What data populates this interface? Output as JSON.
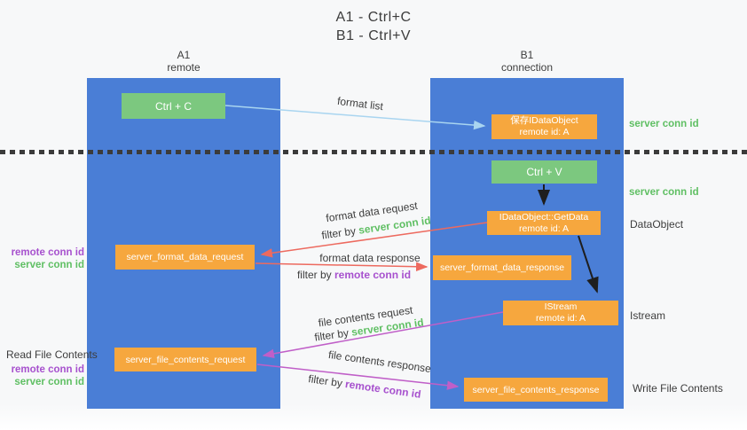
{
  "title": {
    "line1": "A1 - Ctrl+C",
    "line2": "B1 - Ctrl+V"
  },
  "lanes": {
    "a1": {
      "name": "A1",
      "subtitle": "remote"
    },
    "b1": {
      "name": "B1",
      "subtitle": "connection"
    }
  },
  "nodes": {
    "ctrl_c": {
      "label": "Ctrl + C"
    },
    "ctrl_v": {
      "label": "Ctrl + V"
    },
    "save_idataobject": {
      "line1": "保存IDataObject",
      "line2": "remote id: A"
    },
    "getdata": {
      "line1": "IDataObject::GetData",
      "line2": "remote id: A"
    },
    "istream": {
      "line1": "IStream",
      "line2": "remote id: A"
    },
    "format_request": {
      "label": "server_format_data_request"
    },
    "format_response": {
      "label": "server_format_data_response"
    },
    "file_request": {
      "label": "server_file_contents_request"
    },
    "file_response": {
      "label": "server_file_contents_response"
    }
  },
  "flow_labels": {
    "format_list": "format list",
    "format_data_request": "format data request",
    "format_data_response": "format data response",
    "file_contents_request": "file contents request",
    "file_contents_response": "file contents response",
    "filter_by": "filter by",
    "server_conn_id": "server conn id",
    "remote_conn_id": "remote conn id"
  },
  "annotations": {
    "read_file_contents": "Read File Contents",
    "write_file_contents": "Write File Contents",
    "dataobject": "DataObject",
    "istream": "Istream"
  },
  "colors": {
    "lane_blue": "#4a7ed6",
    "box_orange": "#f6a73e",
    "box_green": "#7cc87f",
    "arrow_red": "#ed6a5f",
    "arrow_magenta": "#c05fc8",
    "arrow_light_blue": "#a9d5f0",
    "arrow_black": "#1e1e1e",
    "label_green": "#5fbf63",
    "label_purple": "#a751ce"
  }
}
